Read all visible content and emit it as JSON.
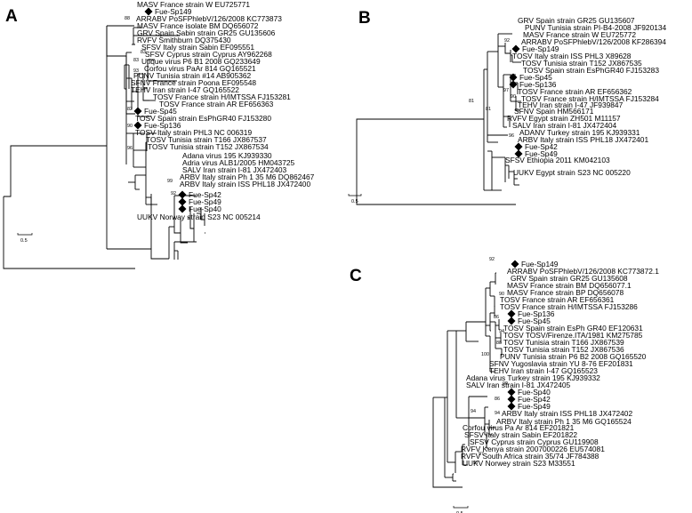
{
  "panels": [
    {
      "id": "A",
      "letter": "A",
      "scale": "0.5",
      "leaves": [
        "MASV France strain W EU725771",
        "Fue-Sp149",
        "ARRABV PoSFPhlebV/126/2008 KC773873",
        "MASV France isolate BM DQ656072",
        "GRV Spain Sabin strain GR25 GU135606",
        "RVFV Smithburn DQ375430",
        "SFSV Italy strain Sabin EF095551",
        "SFSV Cyprus strain Cyprus AY962268",
        "Utique virus P6 B1 2008 GQ233649",
        "Corfou virus PaAr 814 GQ165521",
        "PUNV Tunisia strain #14 AB905362",
        "SFNV France strain Poona EF095548",
        "TEHV Iran strain I-47 GQ165522",
        "TOSV France strain H/IMTSSA FJ153281",
        "TOSV France strain AR EF656363",
        "Fue-Sp45",
        "TOSV Spain strain EsPhGR40 FJ153280",
        "Fue-Sp136",
        "TOSV Italy strain PHL3 NC 006319",
        "TOSV Tunisia strain T166 JX867537",
        "TOSV Tunisia strain T152 JX867534",
        "Adana virus 195 KJ939330",
        "Adria virus ALB1/2005 HM043725",
        "SALV Iran strain I-81 JX472403",
        "ARBV Italy strain Ph 1 35 M6 DQ862467",
        "ARBV Italy strain ISS PHL18 JX472400",
        "Fue-Sp42",
        "Fue-Sp49",
        "Fue-Sp40",
        "UUKV Norway strain S23 NC 005214"
      ],
      "bootstraps": [
        "88",
        "83",
        "83",
        "93",
        "82",
        "90",
        "96",
        "99",
        "92"
      ]
    },
    {
      "id": "B",
      "letter": "B",
      "scale": "0.5",
      "leaves": [
        "GRV Spain strain GR25 GU135607",
        "PUNV Tunisia strain PI-B4-2008 JF920134",
        "MASV France strain W EU725772",
        "ARRABV PoSFPhlebV/126/2008 KF286394",
        "Fue-Sp149",
        "TOSV Italy strain ISS PHL3 X89628",
        "TOSV  Tunisia strain T152 JX867535",
        "TOSV Spain strain EsPhGR40 FJ153283",
        "Fue-Sp45",
        "Fue-Sp136",
        "TOSV France strain AR EF656362",
        "TOSV  France strain H/IMTSSA FJ153284",
        "TEHV Iran strain I-47 JF939847",
        "SFNV Spain HM566171",
        "RVFV Egypt strain ZH501 M11157",
        "SALV Iran strain I-81 JX472404",
        "ADANV Turkey strain 195 KJ939331",
        "ARBV Italy strain ISS PHL18 JX472401",
        "Fue-Sp42",
        "Fue-Sp49",
        "SFSV Ethiopia 2011 KM042103",
        "UUKV Egypt strain S23 NC 005220"
      ],
      "bootstraps": [
        "92",
        "82",
        "97",
        "90",
        "81",
        "81",
        "96"
      ]
    },
    {
      "id": "C",
      "letter": "C",
      "scale": "0.5",
      "leaves": [
        "Fue-Sp149",
        "ARRABV PoSFPhlebV/126/2008 KC773872.1",
        "GRV Spain strain GR25 GU135608",
        "MASV France strain BM DQ656077.1",
        "MASV France strain BP DQ656078",
        "TOSV France strain AR EF656361",
        "TOSV France strain H/IMTSSA FJ153286",
        "Fue-Sp136",
        "Fue-Sp45",
        "TOSV Spain strain EsPh GR40 EF120631",
        "TOSV TOSV/Firenze.ITA/1981 KM275785",
        "TOSV Tunisia strain T166 JX867539",
        "TOSV Tunisia strain T152 JX867536",
        "PUNV Tunisia strain P6 B2 2008 GQ165520",
        "SFNV Yugoslavia strain YU 8-76 EF201831",
        "TEHV Iran strain I-47 GQ165523",
        "Adana virus Turkey strain 195 KJ939332",
        "SALV Iran strain I-81 JX472405",
        "Fue-Sp40",
        "Fue-Sp42",
        "Fue-Sp49",
        "ARBV Italy strain ISS PHL18 JX472402",
        "ARBV Italy strain Ph 1 35 M6 GQ165524",
        "Corfou virus Pa Ar 814 EF201821",
        "SFSV Italy strain Sabin EF201822",
        "SFSV Cyprus strain Cyprus GU119908",
        "RVFV Kenya strain 2007000226 EU574081",
        "RVFV South Africa strain 35/74 JF784388",
        "UUKV Norwey strain S23 M33551"
      ],
      "bootstraps": [
        "92",
        "90",
        "86",
        "94",
        "88",
        "100",
        "94",
        "86",
        "94",
        "99",
        "97",
        "97"
      ]
    }
  ]
}
